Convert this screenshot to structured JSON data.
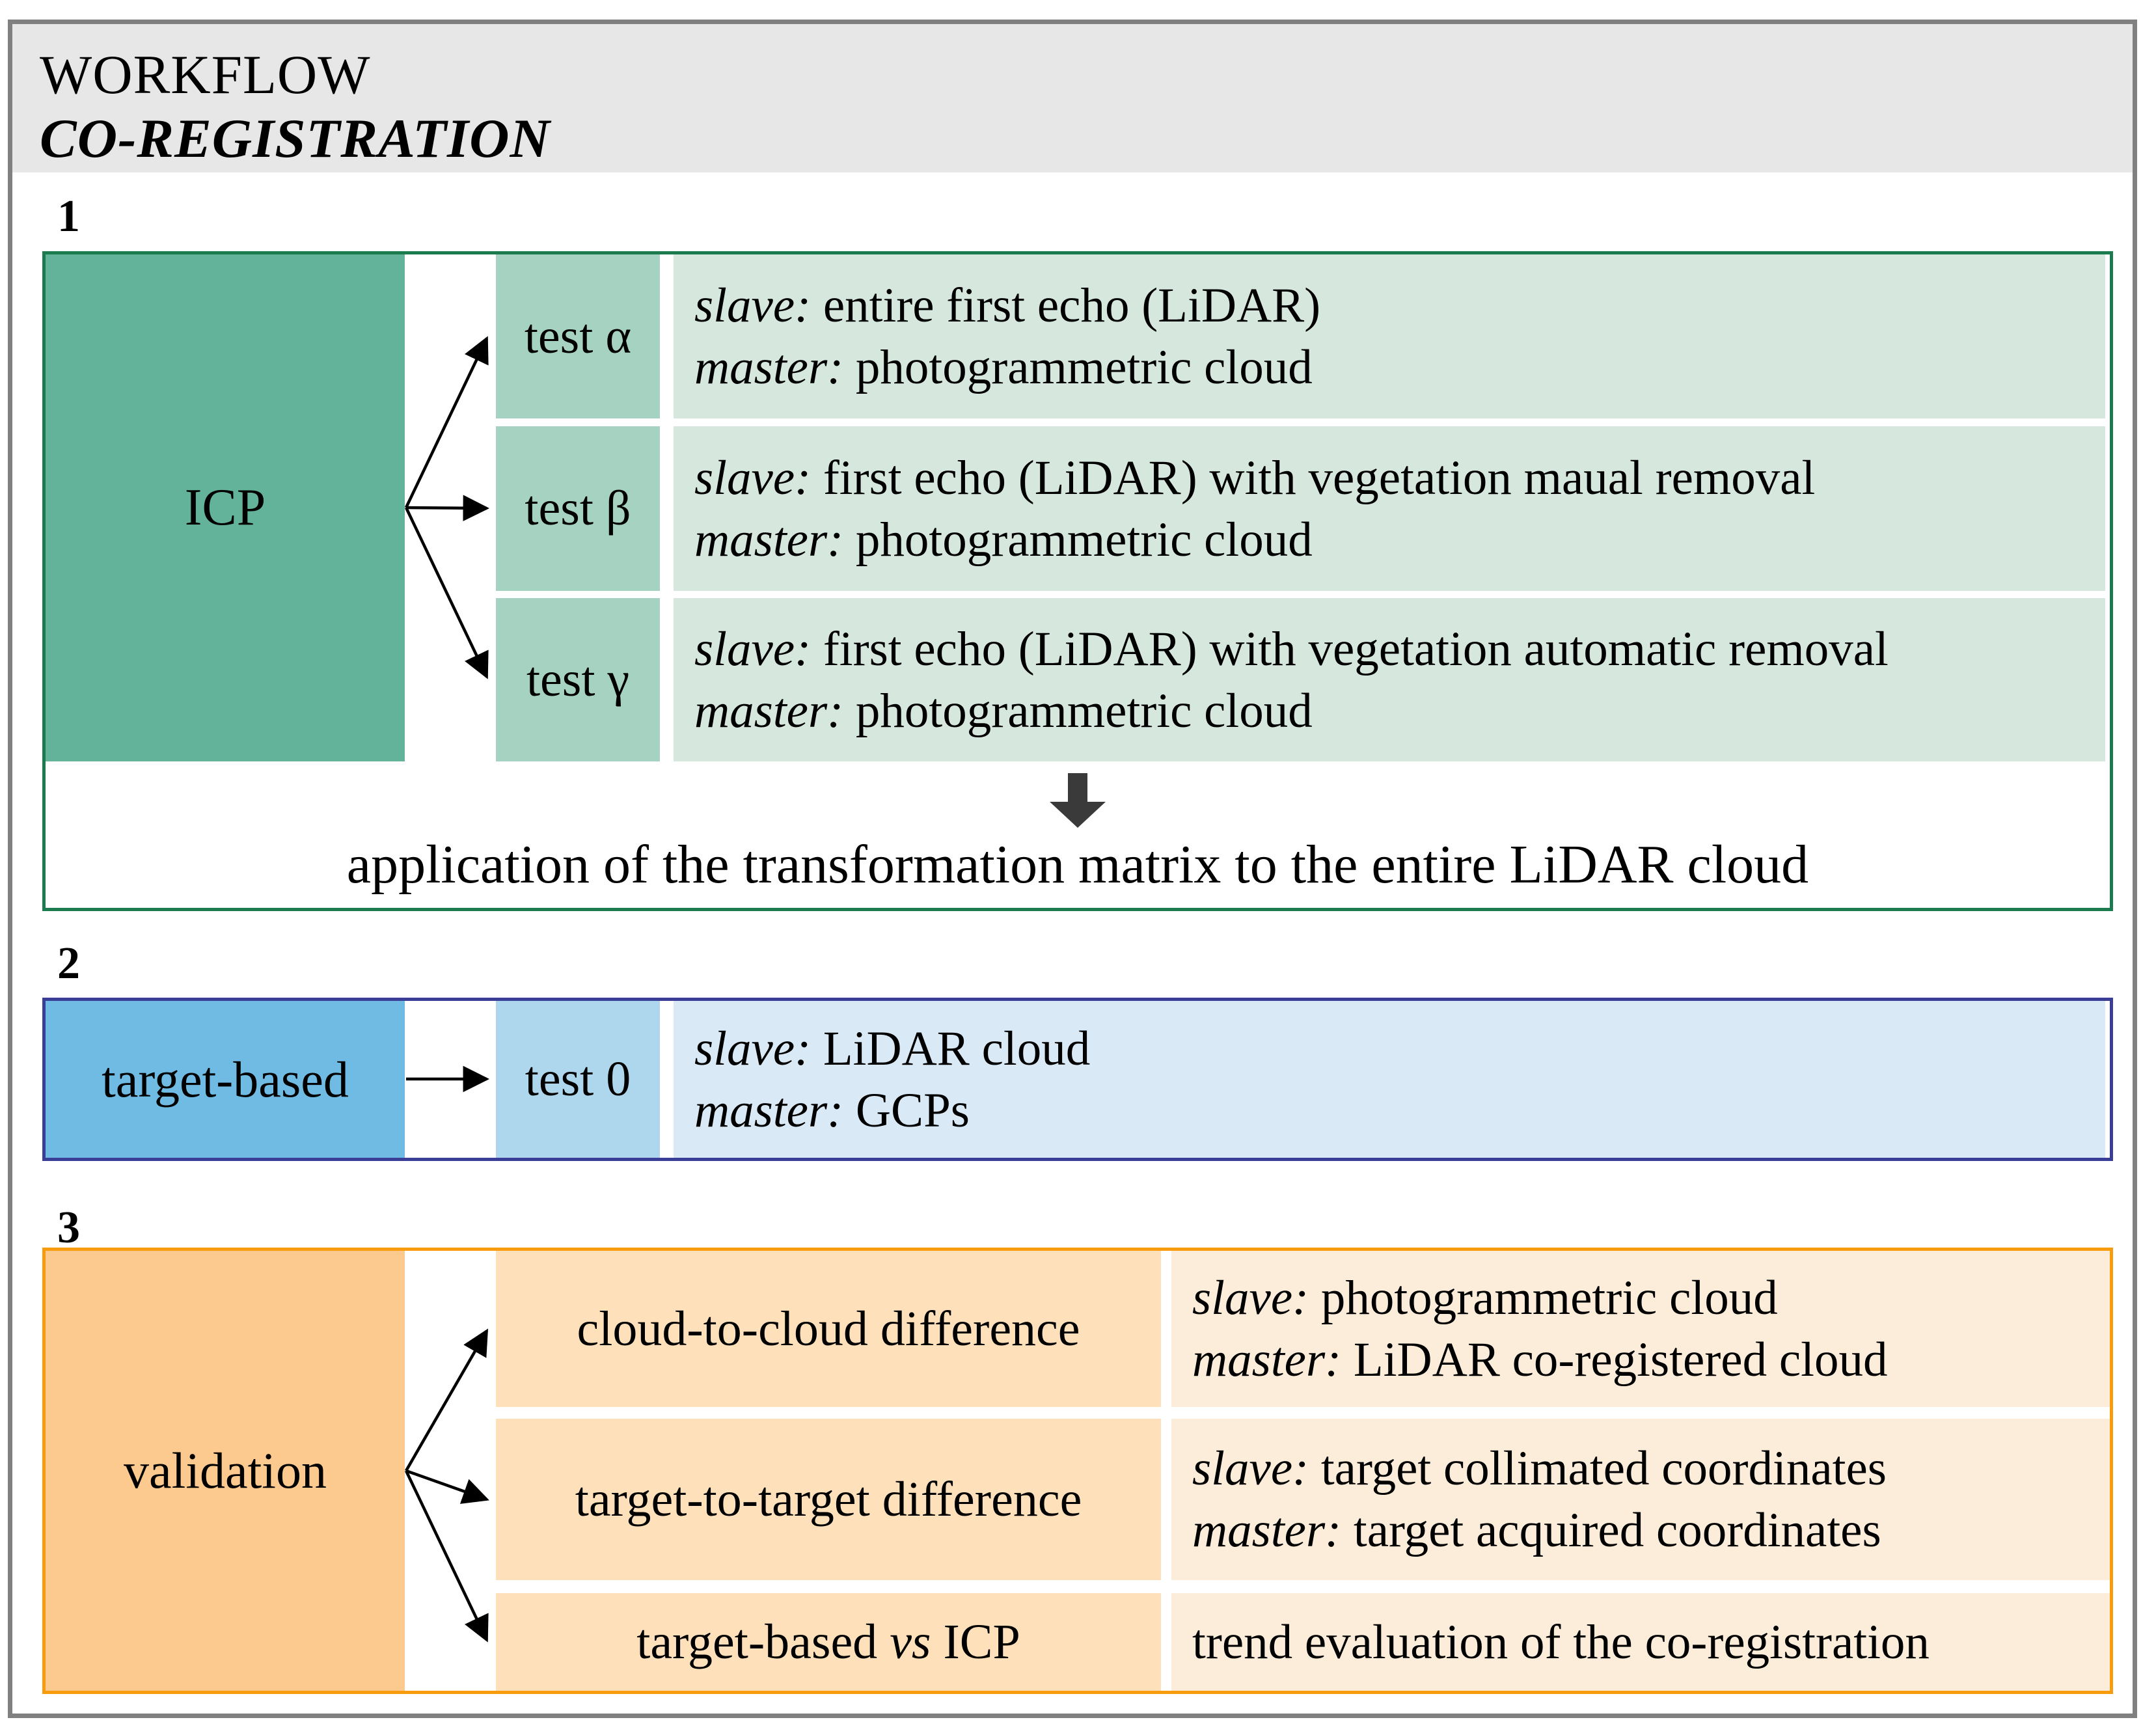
{
  "figure": {
    "header": {
      "title": "WORKFLOW",
      "subtitle": "CO-REGISTRATION"
    }
  },
  "section1": {
    "number": "1",
    "source_label": "ICP",
    "rows": [
      {
        "test_label": "test α",
        "slave_label": "slave:",
        "slave_value": "entire first echo (LiDAR)",
        "master_label": "master:",
        "master_value": "photogrammetric cloud"
      },
      {
        "test_label": "test β",
        "slave_label": "slave:",
        "slave_value": "first echo (LiDAR) with vegetation maual removal",
        "master_label": "master:",
        "master_value": "photogrammetric cloud"
      },
      {
        "test_label": "test γ",
        "slave_label": "slave:",
        "slave_value": "first echo (LiDAR) with vegetation automatic removal",
        "master_label": "master:",
        "master_value": "photogrammetric cloud"
      }
    ],
    "footer_note": "application of the transformation matrix to the entire LiDAR cloud"
  },
  "section2": {
    "number": "2",
    "source_label": "target-based",
    "row": {
      "test_label": "test 0",
      "slave_label": "slave:",
      "slave_value": "LiDAR cloud",
      "master_label": "master:",
      "master_value": "GCPs"
    }
  },
  "section3": {
    "number": "3",
    "source_label": "validation",
    "rows": [
      {
        "method_label": "cloud-to-cloud difference",
        "slave_label": "slave:",
        "slave_value": "photogrammetric cloud",
        "master_label": "master:",
        "master_value": "LiDAR co-registered cloud"
      },
      {
        "method_label": "target-to-target difference",
        "slave_label": "slave:",
        "slave_value": "target collimated coordinates",
        "master_label": "master:",
        "master_value": "target acquired coordinates"
      },
      {
        "method_prefix": "target-based",
        "method_italic": "vs",
        "method_suffix": "ICP",
        "result_note": "trend evaluation of the co-registration"
      }
    ]
  },
  "colors": {
    "frame-border": "#808080",
    "header-bg": "#e7e7e7",
    "text": "#000000",
    "sec1-border": "#1b7a4e",
    "sec1-source": "#62b39a",
    "sec1-test": "#a6d2c1",
    "sec1-desc": "#d6e7de",
    "sec2-border": "#3b3e97",
    "sec2-source": "#6fbbe3",
    "sec2-test": "#aed6ec",
    "sec2-desc": "#d9e9f6",
    "sec3-border": "#f89c0e",
    "sec3-source": "#fcc98e",
    "sec3-test": "#fee0ba",
    "sec3-desc": "#fcedda",
    "arrow": "#000000",
    "block-arrow": "#3a3a3a"
  }
}
